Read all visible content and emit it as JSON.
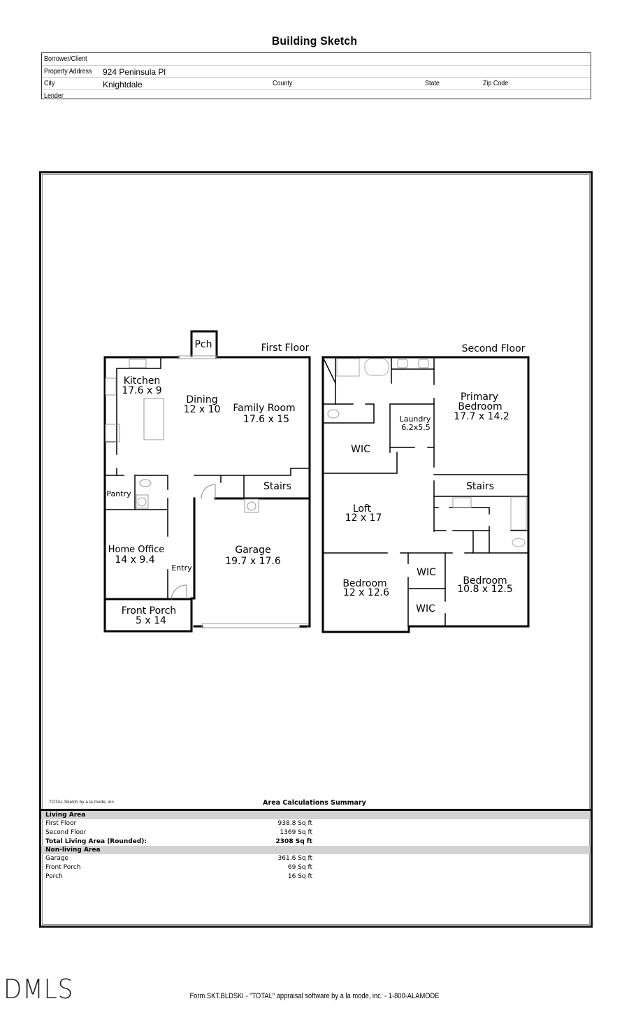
{
  "document": {
    "title": "Building Sketch"
  },
  "info": {
    "borrower_label": "Borrower/Client",
    "borrower_value": "",
    "address_label": "Property Address",
    "address_value": "924 Peninsula Pl",
    "city_label": "City",
    "city_value": "Knightdale",
    "county_label": "County",
    "state_label": "State",
    "zip_label": "Zip Code",
    "lender_label": "Lender"
  },
  "sketch": {
    "first_floor": {
      "label": "First Floor",
      "rooms": {
        "porch": "Pch",
        "kitchen_name": "Kitchen",
        "kitchen_dim": "17.6 x 9",
        "dining_name": "Dining",
        "dining_dim": "12 x 10",
        "family_name": "Family Room",
        "family_dim": "17.6 x 15",
        "pantry": "Pantry",
        "stairs": "Stairs",
        "office_name": "Home Office",
        "office_dim": "14 x 9.4",
        "entry": "Entry",
        "garage_name": "Garage",
        "garage_dim": "19.7 x 17.6",
        "front_porch_name": "Front Porch",
        "front_porch_dim": "5 x 14"
      }
    },
    "second_floor": {
      "label": "Second Floor",
      "rooms": {
        "primary_name1": "Primary",
        "primary_name2": "Bedroom",
        "primary_dim": "17.7 x 14.2",
        "laundry_name": "Laundry",
        "laundry_dim": "6.2x5.5",
        "wic1": "WIC",
        "stairs": "Stairs",
        "loft_name": "Loft",
        "loft_dim": "12 x 17",
        "bed2_name": "Bedroom",
        "bed2_dim": "12 x 12.6",
        "wic2": "WIC",
        "wic3": "WIC",
        "bed3_name": "Bedroom",
        "bed3_dim": "10.8 x 12.5"
      }
    },
    "credit": "TOTAL Sketch by a la mode, inc."
  },
  "area_summary": {
    "title": "Area Calculations Summary",
    "living_header": "Living Area",
    "living_rows": [
      {
        "label": "First Floor",
        "value": "938.8 Sq ft"
      },
      {
        "label": "Second Floor",
        "value": "1369 Sq ft"
      }
    ],
    "total_label": "Total Living Area (Rounded):",
    "total_value": "2308 Sq ft",
    "nonliving_header": "Non-living Area",
    "nonliving_rows": [
      {
        "label": "Garage",
        "value": "361.6 Sq ft"
      },
      {
        "label": "Front Porch",
        "value": "69 Sq ft"
      },
      {
        "label": "Porch",
        "value": "16 Sq ft"
      }
    ]
  },
  "footer": {
    "form_text": "Form SKT.BLDSKI - \"TOTAL\" appraisal software by a la mode, inc. - 1-800-ALAMODE",
    "watermark": "DMLS"
  }
}
